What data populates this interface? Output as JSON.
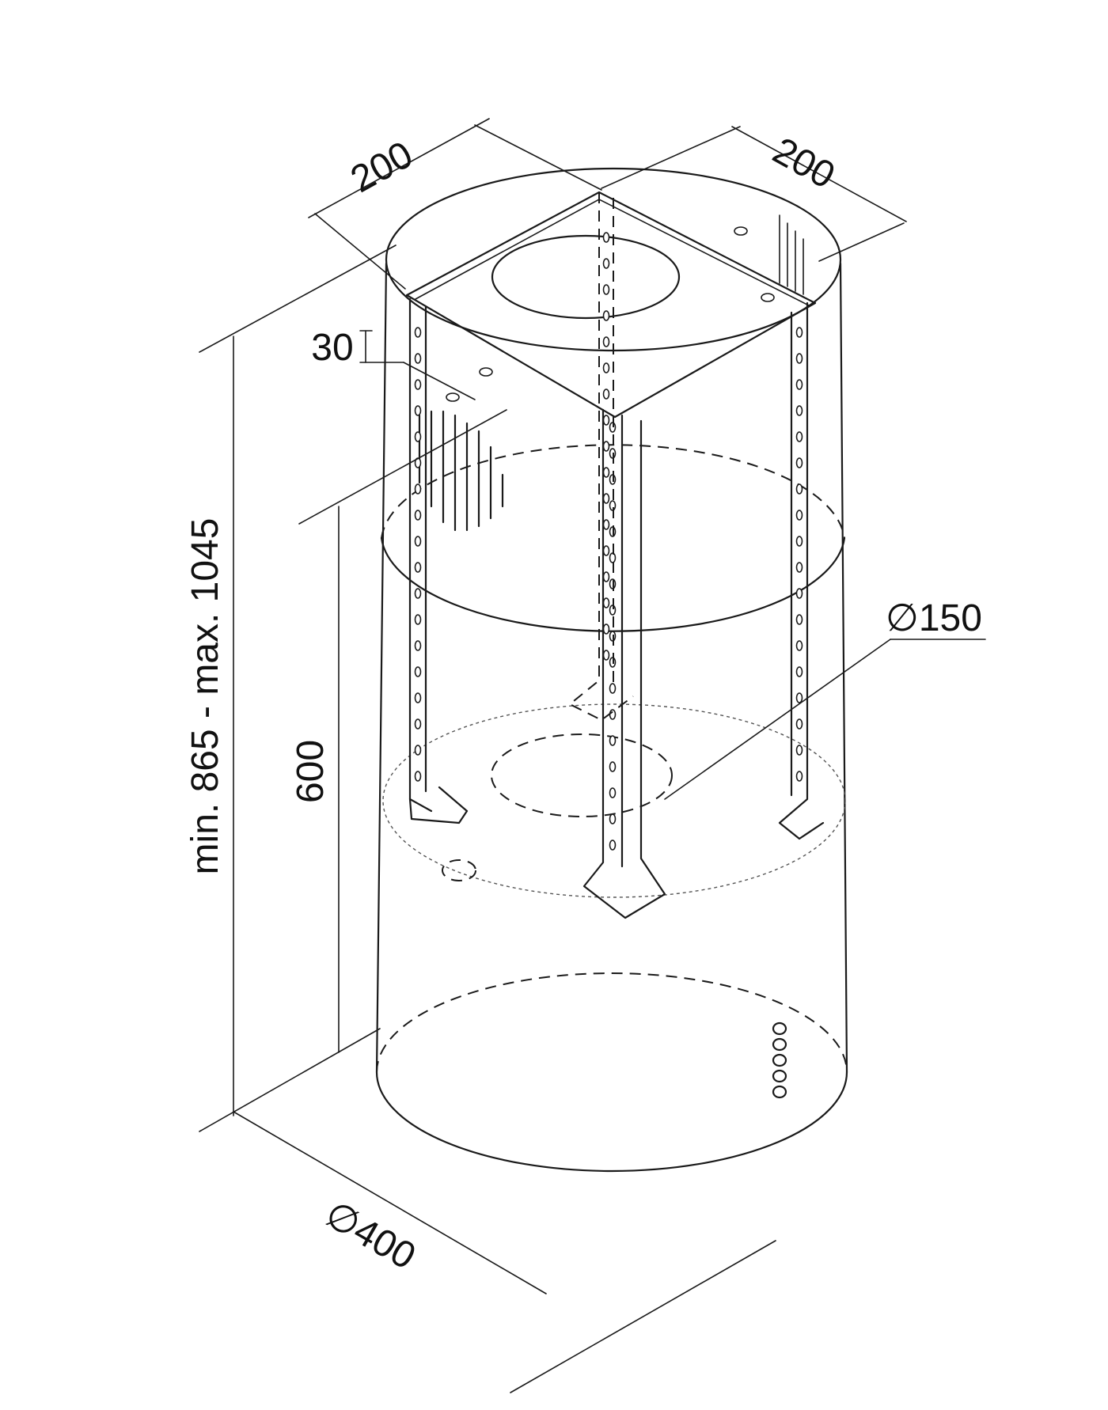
{
  "dimensions": {
    "top_width_left": "200",
    "top_width_right": "200",
    "frame_offset": "30",
    "duct_diameter": "∅150",
    "hood_height": "600",
    "total_height_range": "min. 865 - max. 1045",
    "body_diameter": "∅400"
  }
}
